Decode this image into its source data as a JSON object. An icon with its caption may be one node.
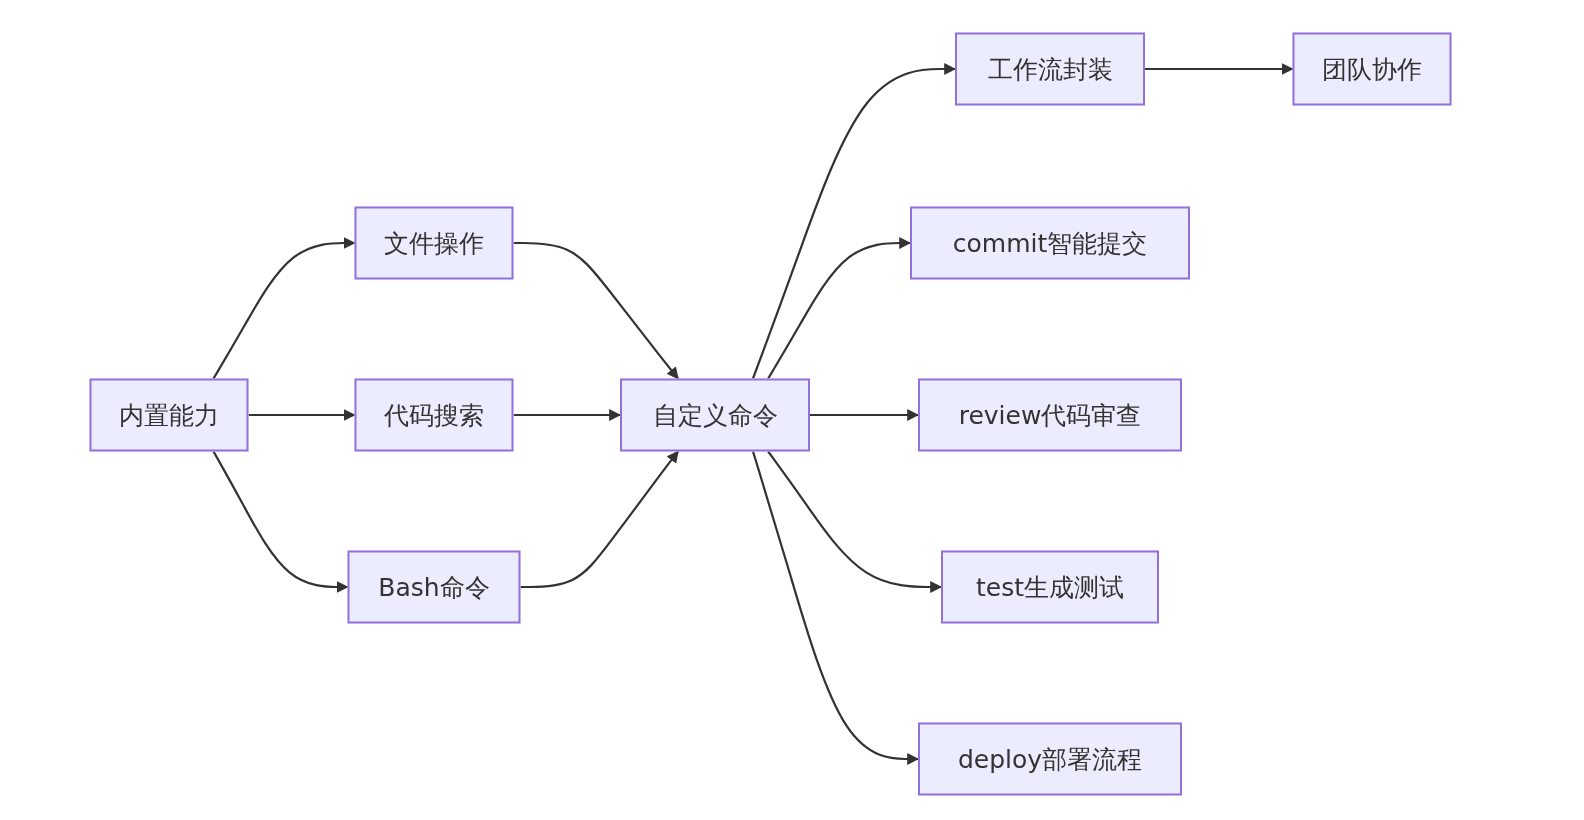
{
  "diagram": {
    "nodes": [
      {
        "text": [
          "内置能力"
        ]
      },
      {
        "text": [
          "文件操作"
        ]
      },
      {
        "text": [
          "代码搜索"
        ]
      },
      {
        "text": [
          "Bash命令"
        ]
      },
      {
        "text": [
          "自定义命令"
        ]
      },
      {
        "text": [
          "工作流封装"
        ]
      },
      {
        "text": [
          "团队协作"
        ]
      },
      {
        "text": [
          "commit智能提交"
        ]
      },
      {
        "text": [
          "review代码审查"
        ]
      },
      {
        "text": [
          "test生成测试"
        ]
      },
      {
        "text": [
          "deploy部署流程"
        ]
      }
    ],
    "edges": [
      {
        "from": 0,
        "to": 1,
        "arrow": "to"
      },
      {
        "from": 0,
        "to": 2,
        "arrow": "to"
      },
      {
        "from": 0,
        "to": 3,
        "arrow": "to"
      },
      {
        "from": 1,
        "to": 4,
        "arrow": "to"
      },
      {
        "from": 2,
        "to": 4,
        "arrow": "to"
      },
      {
        "from": 3,
        "to": 4,
        "arrow": "to"
      },
      {
        "from": 4,
        "to": 5,
        "arrow": "to"
      },
      {
        "from": 4,
        "to": 7,
        "arrow": "to"
      },
      {
        "from": 4,
        "to": 8,
        "arrow": "to"
      },
      {
        "from": 4,
        "to": 9,
        "arrow": "to"
      },
      {
        "from": 4,
        "to": 10,
        "arrow": "to"
      },
      {
        "from": 5,
        "to": 6,
        "arrow": "to"
      }
    ]
  }
}
